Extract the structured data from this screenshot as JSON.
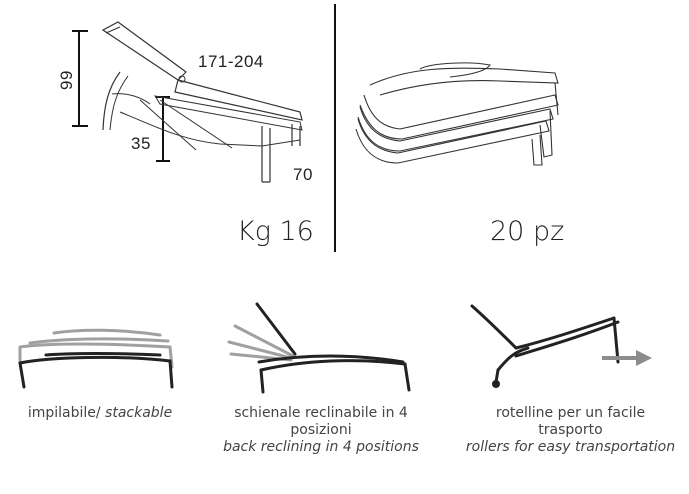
{
  "dimensions": {
    "height": "99",
    "length": "171-204",
    "seat_height": "35",
    "width": "70"
  },
  "weight": "Kg 16",
  "stack_count": "20 pz",
  "features": [
    {
      "it": "impilabile/",
      "en": "stackable"
    },
    {
      "it": "schienale reclinabile in 4",
      "it2": "posizioni",
      "en": "back reclining in 4 positions"
    },
    {
      "it": "rotelline per un facile",
      "it2": "trasporto",
      "en": "rollers for easy transportation"
    }
  ],
  "colors": {
    "line": "#222222",
    "grey": "#a0a0a0",
    "arrow": "#8c8c8c"
  }
}
